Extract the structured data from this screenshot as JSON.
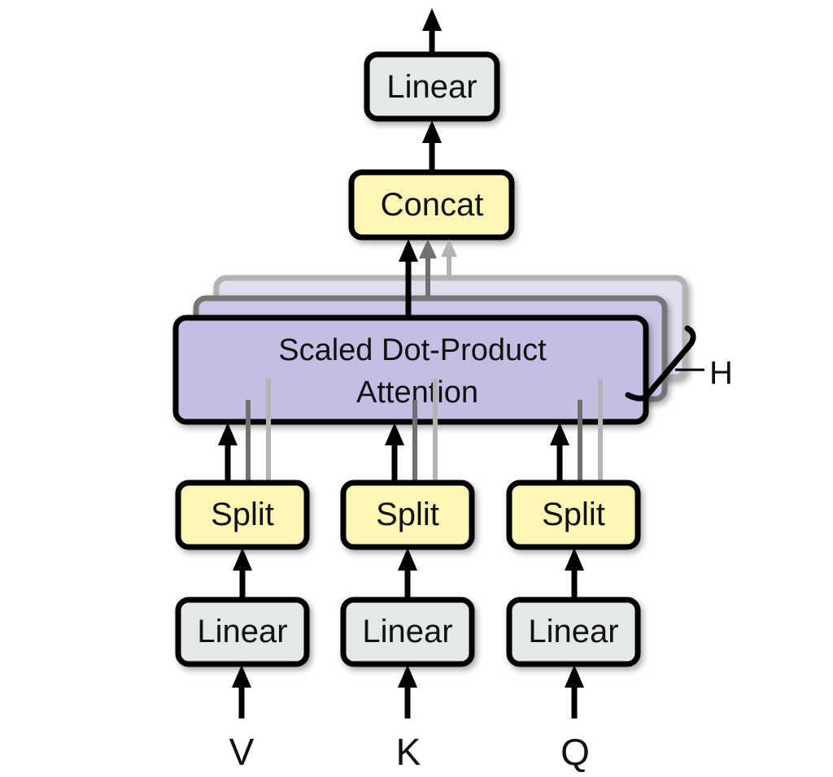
{
  "title": "Multi-Head Attention",
  "colors": {
    "linear_fill": "#e4e9e6",
    "split_fill": "#fdf6b6",
    "concat_fill": "#fdf6b6",
    "attention_fill": "#c5bde3",
    "attention_back1_fill": "#cdc6e6",
    "attention_back2_fill": "#e2def2",
    "stroke": "#000000",
    "back1_stroke": "#707070",
    "back2_stroke": "#b0b0b0"
  },
  "nodes": {
    "output_linear": "Linear",
    "concat": "Concat",
    "attention_line1": "Scaled Dot-Product",
    "attention_line2": "Attention",
    "heads_label": "H",
    "splits": [
      "Split",
      "Split",
      "Split"
    ],
    "input_linears": [
      "Linear",
      "Linear",
      "Linear"
    ],
    "inputs": [
      "V",
      "K",
      "Q"
    ]
  }
}
